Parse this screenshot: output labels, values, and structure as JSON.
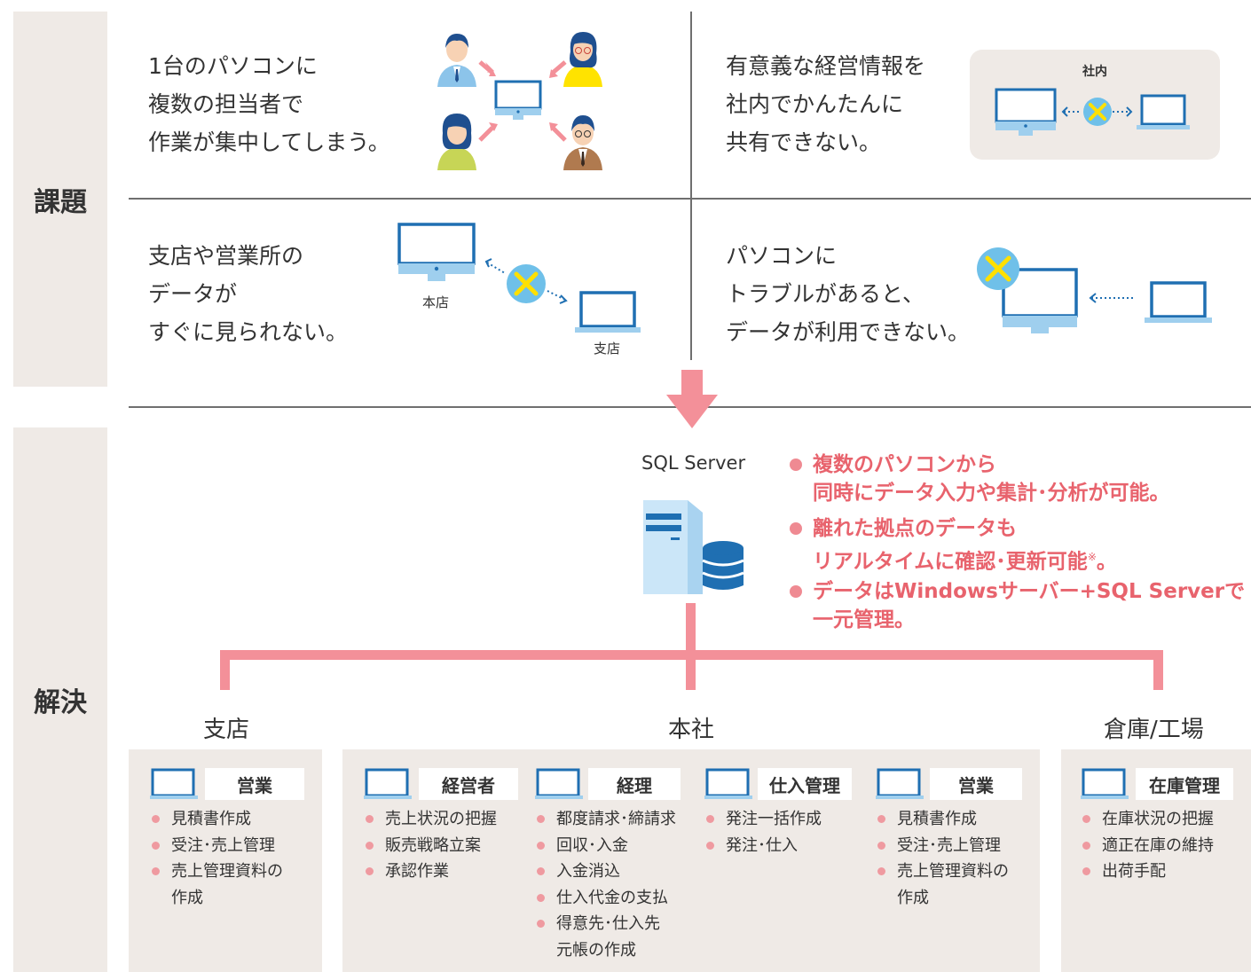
{
  "side_tabs": {
    "challenge": "課題",
    "solution": "解決"
  },
  "problems": [
    {
      "text": "1台のパソコンに\n複数の担当者で\n作業が集中してしまう。"
    },
    {
      "text": "有意義な経営情報を\n社内でかんたんに\n共有できない。",
      "diagram_label": "社内"
    },
    {
      "text": "支店や営業所の\nデータが\nすぐに見られない。",
      "label_main": "本店",
      "label_branch": "支店"
    },
    {
      "text": "パソコンに\nトラブルがあると、\nデータが利用できない。"
    }
  ],
  "server": {
    "label": "SQL Server"
  },
  "benefits": [
    {
      "text": "複数のパソコンから\n同時にデータ入力や集計･分析が可能。",
      "note": ""
    },
    {
      "text": "離れた拠点のデータも\nリアルタイムに確認･更新可能",
      "note": "※",
      "end": "。"
    },
    {
      "text": "データはWindowsサーバー+SQL Serverで\n一元管理。",
      "note": ""
    }
  ],
  "locations": {
    "branch": "支店",
    "hq": "本社",
    "warehouse": "倉庫/工場"
  },
  "roles": [
    {
      "label": "営業",
      "items": [
        "見積書作成",
        "受注･売上管理",
        "売上管理資料の\n作成"
      ]
    },
    {
      "label": "経営者",
      "items": [
        "売上状況の把握",
        "販売戦略立案",
        "承認作業"
      ]
    },
    {
      "label": "経理",
      "items": [
        "都度請求･締請求",
        "回収･入金",
        "入金消込",
        "仕入代金の支払",
        "得意先･仕入先\n元帳の作成"
      ]
    },
    {
      "label": "仕入管理",
      "items": [
        "発注一括作成",
        "発注･仕入"
      ]
    },
    {
      "label": "営業",
      "items": [
        "見積書作成",
        "受注･売上管理",
        "売上管理資料の\n作成"
      ]
    },
    {
      "label": "在庫管理",
      "items": [
        "在庫状況の把握",
        "適正在庫の維持",
        "出荷手配"
      ]
    }
  ],
  "colors": {
    "accent_pink": "#e8636d",
    "arrow_pink": "#f39099",
    "tab_bg": "#efeae6",
    "monitor_blue": "#1f6fb2",
    "stand_blue": "#9fcfee",
    "cross_yellow": "#ffe000",
    "cross_bg": "#6fc0e9"
  }
}
